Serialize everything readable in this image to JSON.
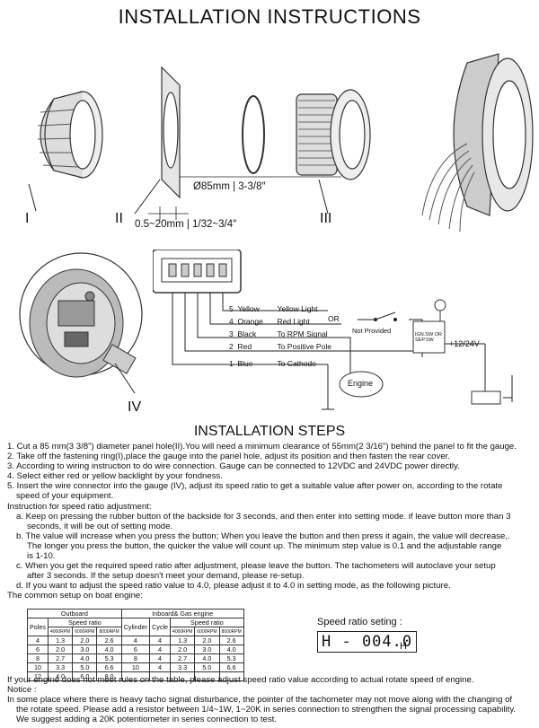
{
  "title": "INSTALLATION INSTRUCTIONS",
  "parts": {
    "label_1": "I",
    "label_2": "II",
    "label_3": "III",
    "label_4": "IV",
    "diameter": "Ø85mm | 3-3/8″",
    "thickness": "0.5~20mm | 1/32~3/4″"
  },
  "wiring": {
    "wires": [
      {
        "num": "5",
        "color": "Yellow",
        "function": "Yellow Light"
      },
      {
        "num": "4",
        "color": "Orange",
        "function": "Red Light"
      },
      {
        "num": "3",
        "color": "Black",
        "function": "To RPM Signal"
      },
      {
        "num": "2",
        "color": "Red",
        "function": "To Positive Pole"
      },
      {
        "num": "1",
        "color": "Blue",
        "function": "To Cathode"
      }
    ],
    "or_label": "OR",
    "not_provided": "Not Provided",
    "ignition": "IGN.SW OR SEP.SW",
    "voltage": "+12/24V",
    "engine": "Engine"
  },
  "steps_title": "INSTALLATION STEPS",
  "steps": [
    "1. Cut a 85 mm(3 3/8\") diameter panel hole(II).You will need a minimum clearance of 55mm(2 3/16\") behind the panel to fit the  gauge.",
    "2. Take off the fastening ring(I),place the gauge into the panel hole, adjust its position and then fasten the rear cover.",
    "3. According to wiring instruction to do wire connection. Gauge can be connected to 12VDC and 24VDC power directly.",
    "4. Select either red or yellow backlight by your fondness.",
    "5. Insert the wire connector into the gauge (IV), adjust its speed ratio to get a suitable value after power on, according to the rotate",
    "speed of your equipment."
  ],
  "adjust_intro": "Instruction for speed ratio adjustment:",
  "adjust_steps": [
    "a. Keep on pressing the rubber button of the backside for 3 seconds, and then enter into setting mode. if leave button more than 3",
    "seconds, it will be out of setting mode.",
    "b. The value will increase when you press the button; When you leave the button and then press it again, the value will decrease,.",
    "The longer you press the button, the quicker the value will count up. The minimum step value is 0.1 and the adjustable range",
    "is 1-10.",
    "c. When you get the required speed ratio after adjustment, please leave the button. The tachometers will autoclave your setup",
    "after 3 seconds. If the setup doesn't meet your demand, please re-setup.",
    "d. If you want to adjust the speed ratio value to 4.0, please adjust it to 4.0 in setting mode, as the following picture."
  ],
  "common_setup": "The common setup on boat engine:",
  "table": {
    "outboard": "Outboard",
    "inboard": "Inboard& Gas engine",
    "poles": "Poles",
    "cylinder": "Cylinder",
    "cycle": "Cycle",
    "speed_ratio": "Speed ratio",
    "rpm": [
      "4000RPM",
      "6000RPM",
      "8000RPM"
    ],
    "outboard_rows": [
      [
        "4",
        "1.3",
        "2.0",
        "2.6"
      ],
      [
        "6",
        "2.0",
        "3.0",
        "4.0"
      ],
      [
        "8",
        "2.7",
        "4.0",
        "5.3"
      ],
      [
        "10",
        "3.3",
        "5.0",
        "6.6"
      ],
      [
        "12",
        "4.0",
        "6.0",
        "8.0"
      ]
    ],
    "inboard_rows": [
      [
        "4",
        "4",
        "1.3",
        "2.0",
        "2.6"
      ],
      [
        "6",
        "4",
        "2.0",
        "3.0",
        "4.0"
      ],
      [
        "8",
        "4",
        "2.7",
        "4.0",
        "5.3"
      ],
      [
        "10",
        "4",
        "3.3",
        "5.0",
        "6.6"
      ]
    ]
  },
  "speed_ratio_setting": "Speed ratio seting :",
  "lcd_value": "H - 004.0",
  "lcd_suffix": "H",
  "footer": [
    "If your engine does not meet rules on the table, please adjust speed ratio value according to actual rotate speed of engine.",
    "Notice :",
    "In some place where there is heavy tacho signal disturbance, the pointer of the tachometer may not move along with the changing of",
    "the rotate speed. Please add a resistor between 1/4~1W, 1~20K in series connection to strengthen the signal processing capability.",
    "We suggest adding a 20K potentiometer in series connection to test."
  ]
}
